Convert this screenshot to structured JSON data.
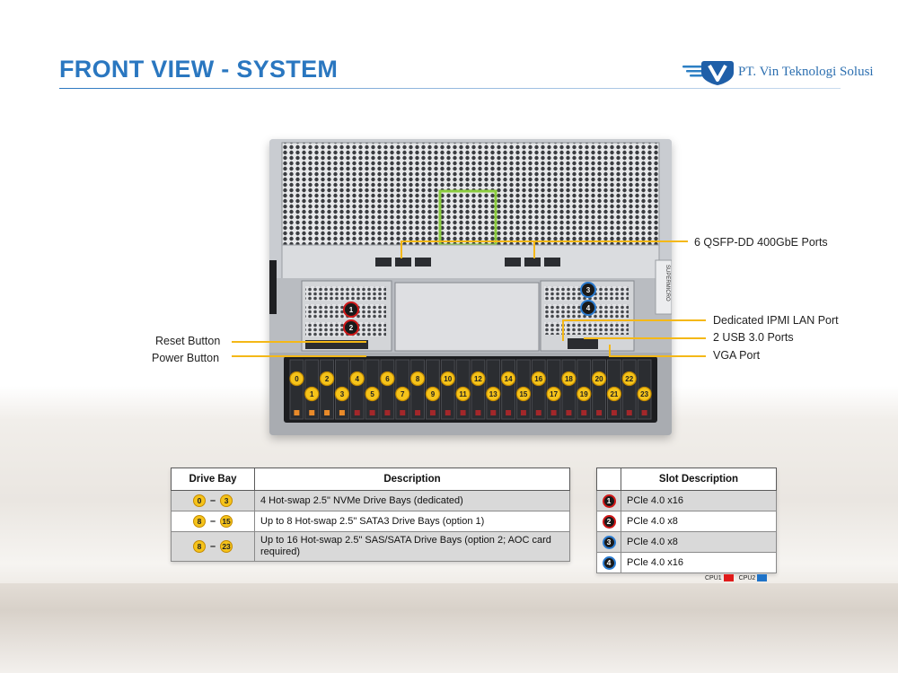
{
  "page": {
    "title": "FRONT VIEW - SYSTEM",
    "accent_color": "#2a77c0",
    "logo": {
      "icon": "v-shield-logo-icon",
      "text": "PT. Vin Teknologi Solusi"
    }
  },
  "callouts": {
    "qsfp": "6 QSFP-DD 400GbE Ports",
    "ipmi": "Dedicated IPMI LAN Port",
    "usb": "2 USB 3.0 Ports",
    "vga": "VGA Port",
    "reset": "Reset Button",
    "power": "Power Button",
    "line_color": "#f4b817"
  },
  "server": {
    "brand_text": "SUPERMICRO",
    "slot_badges": [
      "1",
      "2",
      "3",
      "4"
    ],
    "drive_bays_top": [
      "0",
      "2",
      "4",
      "6",
      "8",
      "10",
      "12",
      "14",
      "16",
      "18",
      "20",
      "22"
    ],
    "drive_bays_bottom": [
      "1",
      "3",
      "5",
      "7",
      "9",
      "11",
      "13",
      "15",
      "17",
      "19",
      "21",
      "23"
    ]
  },
  "drive_table": {
    "headers": [
      "Drive Bay",
      "Description"
    ],
    "rows": [
      {
        "from": "0",
        "to": "3",
        "separator": "–",
        "desc": "4 Hot-swap 2.5\" NVMe Drive  Bays (dedicated)"
      },
      {
        "from": "8",
        "to": "15",
        "separator": "–",
        "desc": "Up to 8 Hot-swap 2.5\" SATA3 Drive  Bays (option 1)"
      },
      {
        "from": "8",
        "to": "23",
        "separator": "–",
        "desc": "Up to 16 Hot-swap 2.5\" SAS/SATA Drive  Bays (option 2; AOC card required)"
      }
    ]
  },
  "slot_table": {
    "headers": [
      "",
      "Slot Description"
    ],
    "rows": [
      {
        "num": "1",
        "cpu": "CPU1",
        "desc": "PCle 4.0 x16"
      },
      {
        "num": "2",
        "cpu": "CPU1",
        "desc": "PCle 4.0 x8"
      },
      {
        "num": "3",
        "cpu": "CPU2",
        "desc": "PCle 4.0 x8"
      },
      {
        "num": "4",
        "cpu": "CPU2",
        "desc": "PCle 4.0 x16"
      }
    ]
  },
  "cpu_legend": [
    {
      "label": "CPU1",
      "color": "#e01b1b"
    },
    {
      "label": "CPU2",
      "color": "#1f73c8"
    }
  ]
}
